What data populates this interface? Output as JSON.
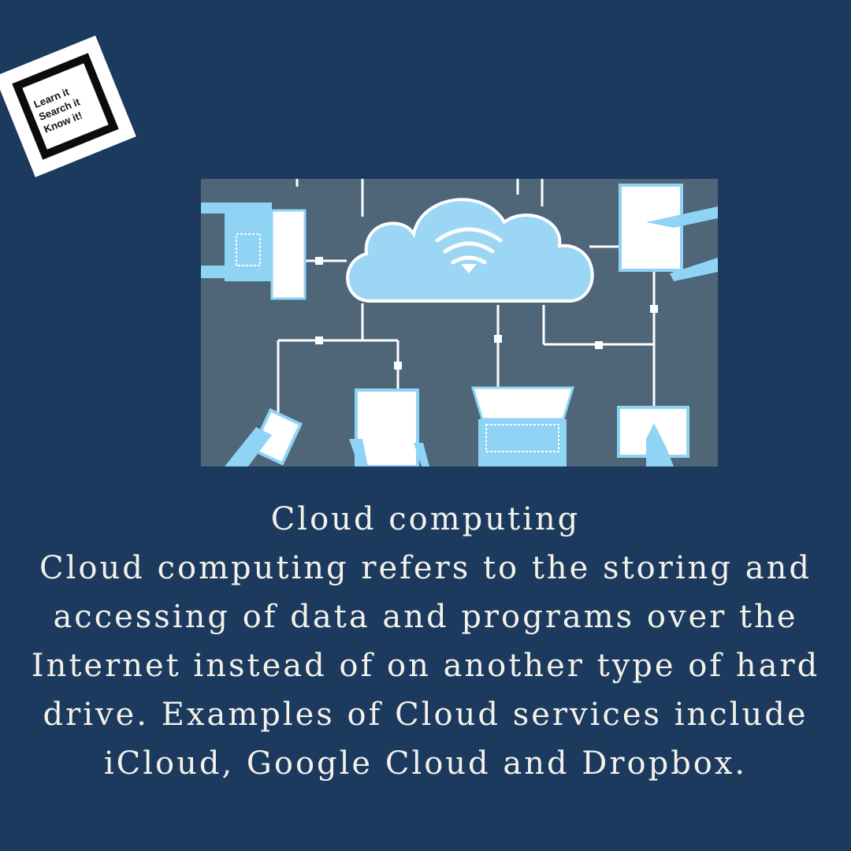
{
  "logo": {
    "lines": [
      "Learn it",
      "Search it",
      "Know it!"
    ]
  },
  "illustration": {
    "subject": "cloud-network-devices",
    "colors": {
      "background": "#4f6578",
      "device": "#8fd3f5",
      "screen": "#ffffff",
      "line": "#ffffff"
    }
  },
  "caption": {
    "title": "Cloud computing",
    "body": "Cloud computing refers to the storing and accessing of data and programs over the Internet instead of on another type of hard drive. Examples of Cloud services include iCloud, Google Cloud and Dropbox."
  },
  "colors": {
    "page_background": "#1c3a5e",
    "text": "#f4f1ea"
  }
}
